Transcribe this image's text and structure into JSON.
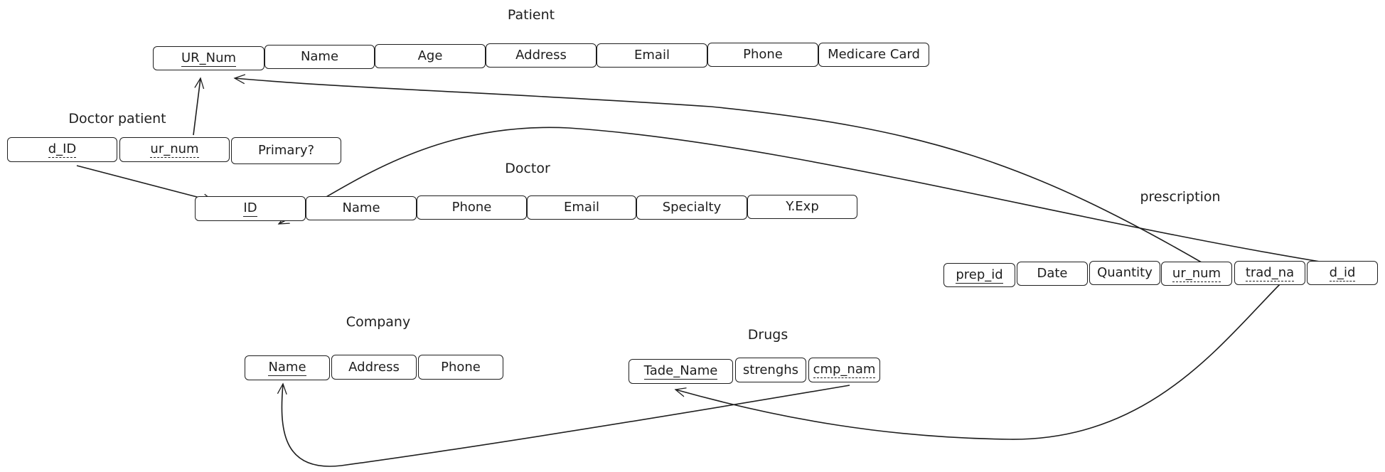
{
  "entities": {
    "patient": {
      "title": "Patient",
      "attrs": [
        "UR_Num",
        "Name",
        "Age",
        "Address",
        "Email",
        "Phone",
        "Medicare Card"
      ]
    },
    "doctor_patient": {
      "title": "Doctor patient",
      "attrs": [
        "d_ID",
        "ur_num",
        "Primary?"
      ]
    },
    "doctor": {
      "title": "Doctor",
      "attrs": [
        "ID",
        "Name",
        "Phone",
        "Email",
        "Specialty",
        "Y.Exp"
      ]
    },
    "prescription": {
      "title": "prescription",
      "attrs": [
        "prep_id",
        "Date",
        "Quantity",
        "ur_num",
        "trad_na",
        "d_id"
      ]
    },
    "company": {
      "title": "Company",
      "attrs": [
        "Name",
        "Address",
        "Phone"
      ]
    },
    "drugs": {
      "title": "Drugs",
      "attrs": [
        "Tade_Name",
        "strenghs",
        "cmp_nam"
      ]
    }
  }
}
